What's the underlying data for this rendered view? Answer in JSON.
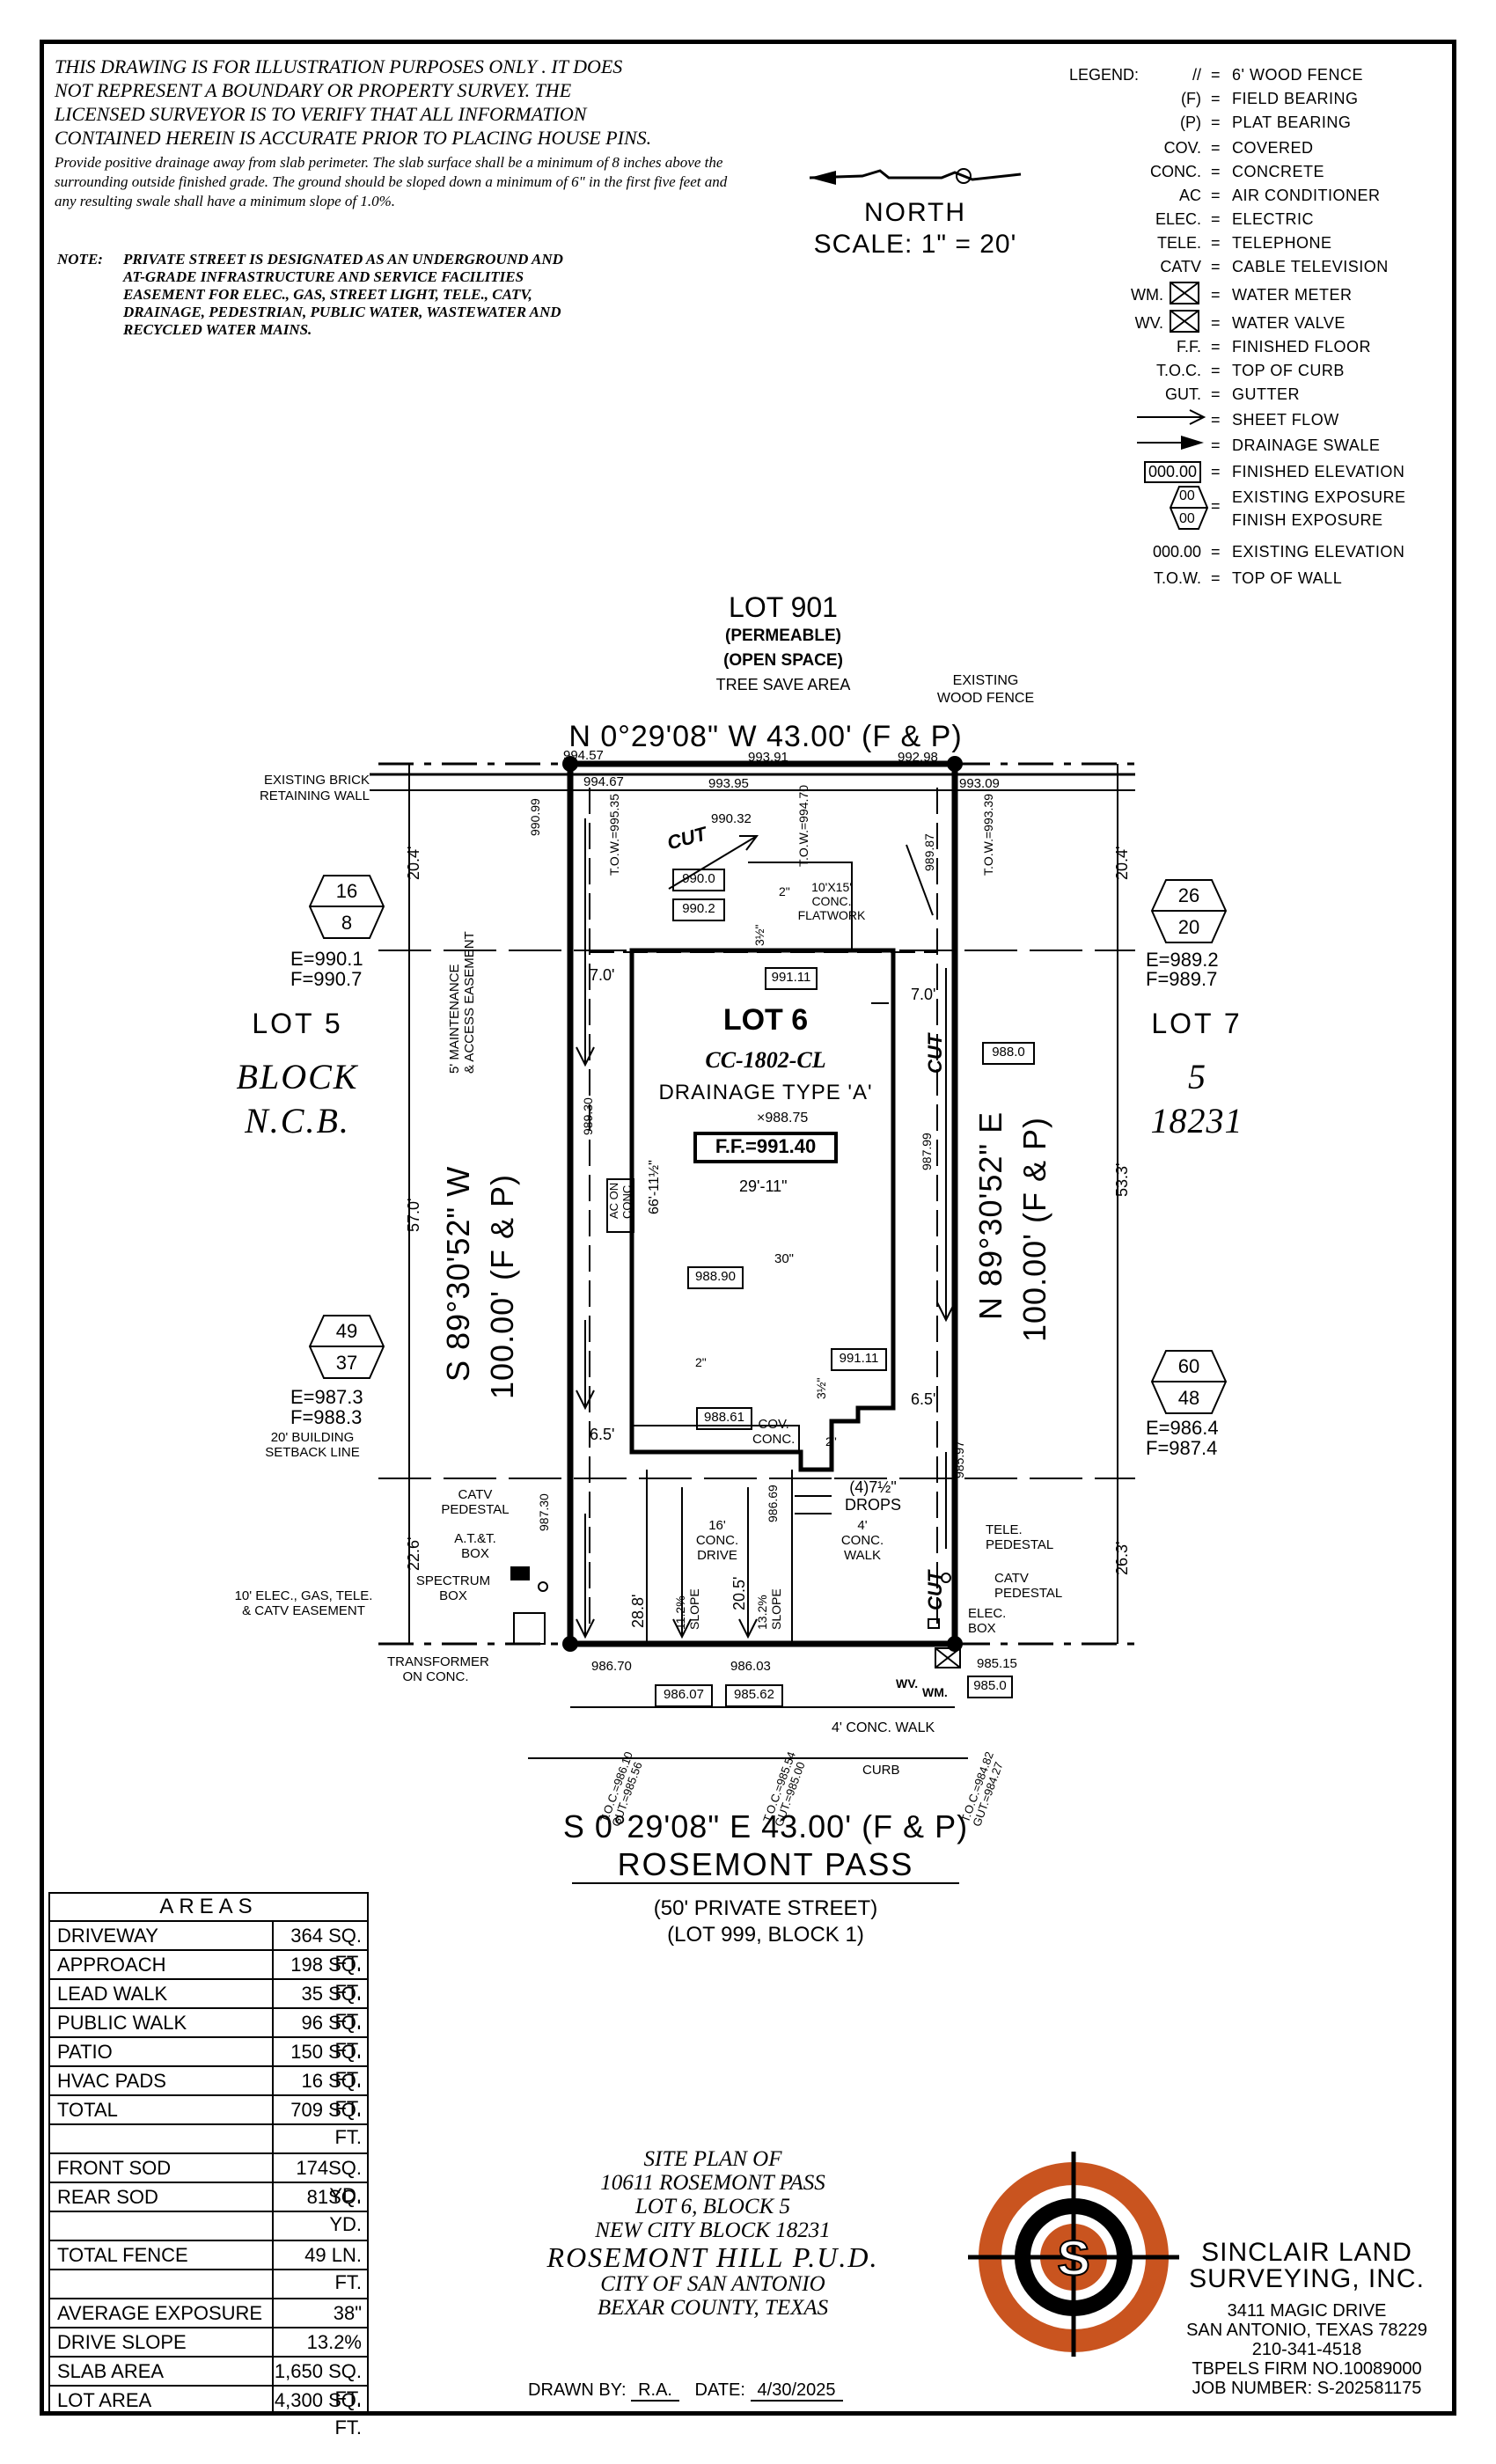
{
  "disclaimer": {
    "lines": [
      "THIS DRAWING IS FOR ILLUSTRATION PURPOSES ONLY . IT DOES",
      "NOT REPRESENT A BOUNDARY OR PROPERTY SURVEY. THE",
      "LICENSED SURVEYOR IS TO VERIFY THAT ALL INFORMATION",
      "CONTAINED HEREIN IS ACCURATE PRIOR TO PLACING HOUSE PINS."
    ],
    "drainage": "Provide positive drainage away from slab perimeter. The slab surface shall be a minimum of 8 inches above the surrounding outside finished grade. The ground should be sloped down a minimum of 6\" in the first five feet and any resulting swale shall have a minimum slope of 1.0%."
  },
  "note": {
    "label": "NOTE:",
    "text": "PRIVATE STREET IS DESIGNATED AS AN UNDERGROUND AND AT-GRADE INFRASTRUCTURE AND SERVICE FACILITIES EASEMENT FOR ELEC., GAS, STREET LIGHT, TELE., CATV, DRAINAGE, PEDESTRIAN, PUBLIC WATER, WASTEWATER AND RECYCLED WATER MAINS."
  },
  "north_arrow": {
    "label": "NORTH",
    "scale": "SCALE:  1\"  =  20'"
  },
  "legend": {
    "title": "LEGEND:",
    "equals": "=",
    "items": [
      {
        "sym": "//",
        "desc": "6' WOOD FENCE"
      },
      {
        "sym": "(F)",
        "desc": "FIELD BEARING"
      },
      {
        "sym": "(P)",
        "desc": "PLAT BEARING"
      },
      {
        "sym": "COV.",
        "desc": "COVERED"
      },
      {
        "sym": "CONC.",
        "desc": "CONCRETE"
      },
      {
        "sym": "AC",
        "desc": "AIR CONDITIONER"
      },
      {
        "sym": "ELEC.",
        "desc": "ELECTRIC"
      },
      {
        "sym": "TELE.",
        "desc": "TELEPHONE"
      },
      {
        "sym": "CATV",
        "desc": "CABLE TELEVISION"
      },
      {
        "sym": "WM.",
        "desc": "WATER METER"
      },
      {
        "sym": "WV.",
        "desc": "WATER VALVE"
      },
      {
        "sym": "F.F.",
        "desc": "FINISHED FLOOR"
      },
      {
        "sym": "T.O.C.",
        "desc": "TOP OF CURB"
      },
      {
        "sym": "GUT.",
        "desc": "GUTTER"
      },
      {
        "sym": "",
        "desc": "SHEET FLOW"
      },
      {
        "sym": "",
        "desc": "DRAINAGE SWALE"
      },
      {
        "sym": "000.00",
        "desc": "FINISHED ELEVATION"
      },
      {
        "sym": "00",
        "sym2": "00",
        "desc": "EXISTING EXPOSURE",
        "desc2": "FINISH EXPOSURE"
      },
      {
        "sym": "000.00",
        "desc": "EXISTING ELEVATION"
      },
      {
        "sym": "T.O.W.",
        "desc": "TOP OF WALL"
      }
    ]
  },
  "plan": {
    "lot901": {
      "name": "LOT 901",
      "sub1": "(PERMEABLE)",
      "sub2": "(OPEN SPACE)",
      "sub3": "TREE SAVE AREA"
    },
    "existing_fence": [
      "EXISTING",
      "WOOD FENCE"
    ],
    "north_bearing": "N 0°29'08\" W 43.00' (F & P)",
    "south_bearing": "S 0°29'08\" E 43.00' (F & P)",
    "west_bearing": "S 89°30'52\" W",
    "west_dist": "100.00' (F & P)",
    "east_bearing": "N 89°30'52\" E",
    "east_dist": "100.00' (F & P)",
    "brick_wall": [
      "EXISTING BRICK",
      "RETAINING WALL"
    ],
    "maint_easement": [
      "5' MAINTENANCE",
      "& ACCESS EASEMENT"
    ],
    "lot5": {
      "lot": "LOT 5",
      "block": "BLOCK",
      "ncb": "N.C.B."
    },
    "lot7": {
      "lot": "LOT 7",
      "block": "5",
      "ncb": "18231"
    },
    "lot6": {
      "name": "LOT 6",
      "plan": "CC-1802-CL",
      "drainage": "DRAINAGE TYPE 'A'",
      "spot": "×988.75",
      "ff": "F.F.=991.40"
    },
    "hex_nw": {
      "top": "16",
      "bot": "8",
      "e": "E=990.1",
      "f": "F=990.7"
    },
    "hex_ne": {
      "top": "26",
      "bot": "20",
      "e": "E=989.2",
      "f": "F=989.7"
    },
    "hex_sw": {
      "top": "49",
      "bot": "37",
      "e": "E=987.3",
      "f": "F=988.3"
    },
    "hex_se": {
      "top": "60",
      "bot": "48",
      "e": "E=986.4",
      "f": "F=987.4"
    },
    "dims": {
      "d20_4l": "20.4'",
      "d20_4r": "20.4'",
      "d57": "57.0'",
      "d53_3": "53.3'",
      "d22_6": "22.6'",
      "d26_3": "26.3'",
      "d7l": "7.0'",
      "d7r": "7.0'",
      "d6_5l": "6.5'",
      "d6_5r": "6.5'",
      "d66": "66'-11½\"",
      "d29": "29'-11\"",
      "d28_8": "28.8'",
      "d20_5": "20.5'",
      "d16": "16'",
      "d4": "4'",
      "d30": "30\"",
      "d2a": "2\"",
      "d2b": "2\"",
      "d2c": "2\"",
      "d3a": "3½\"",
      "d3b": "3½\""
    },
    "elevs": {
      "nw_corner": "994.57",
      "n1": "994.67",
      "n2": "993.91",
      "n3": "993.95",
      "ne_corner": "992.98",
      "n4": "993.09",
      "twl": "T.O.W.=995.35",
      "twm": "T.O.W.=994.70",
      "twr": "T.O.W.=993.39",
      "p990_32": "990.32",
      "nwv": "990.99",
      "nev": "989.87",
      "b990_0": "990.0",
      "b990_2": "990.2",
      "b991_11a": "991.11",
      "b988_0": "988.0",
      "b988_90": "988.90",
      "b991_11b": "991.11",
      "b988_61": "988.61",
      "w989_30": "989.30",
      "e987_99": "987.99",
      "w987_30": "987.30",
      "e985_97": "985.97",
      "m986_69": "986.69",
      "sw_corner": "986.70",
      "s986_03": "986.03",
      "se_corner": "985.15",
      "b986_07": "986.07",
      "b985_62": "985.62",
      "b985_0": "985.0"
    },
    "labels": {
      "cut1": "CUT",
      "cut2": "CUT",
      "cut3": "CUT",
      "flatwork": [
        "10'X15'",
        "CONC.",
        "FLATWORK"
      ],
      "ac": [
        "AC ON",
        "CONC."
      ],
      "cov": [
        "COV.",
        "CONC."
      ],
      "drops": [
        "(4)7½\"",
        "DROPS"
      ],
      "walk": [
        "4'",
        "CONC.",
        "WALK"
      ],
      "drive": [
        "16'",
        "CONC.",
        "DRIVE"
      ],
      "slope1": [
        "11.2%",
        "SLOPE"
      ],
      "slope2": [
        "13.2%",
        "SLOPE"
      ],
      "setback": [
        "20' BUILDING",
        "SETBACK LINE"
      ],
      "catv_w": [
        "CATV",
        "PEDESTAL"
      ],
      "att": [
        "A.T.&T.",
        "BOX"
      ],
      "spectrum": [
        "SPECTRUM",
        "BOX"
      ],
      "easement": [
        "10' ELEC., GAS, TELE.",
        "& CATV EASEMENT"
      ],
      "transformer": [
        "TRANSFORMER",
        "ON CONC."
      ],
      "tele": [
        "TELE.",
        "PEDESTAL"
      ],
      "catv_e": [
        "CATV",
        "PEDESTAL"
      ],
      "elec": [
        "ELEC.",
        "BOX"
      ],
      "wv": "WV.",
      "wm": "WM.",
      "walk_bottom": "4' CONC. WALK",
      "curb": "CURB",
      "toc1": [
        "T.O.C.=",
        "986.10",
        "GUT.=",
        "985.56"
      ],
      "toc2": [
        "T.O.C.=",
        "985.54",
        "GUT.=",
        "985.00"
      ],
      "toc3": [
        "T.O.C.=",
        "984.82",
        "GUT.=",
        "984.27"
      ]
    },
    "street": {
      "name": "ROSEMONT PASS",
      "type": "(50' PRIVATE STREET)",
      "lot": "(LOT 999, BLOCK 1)"
    }
  },
  "areas": {
    "title": "AREAS",
    "rows": [
      {
        "k": "DRIVEWAY",
        "v": "364 SQ. FT."
      },
      {
        "k": "APPROACH",
        "v": "198 SQ. FT."
      },
      {
        "k": "LEAD WALK",
        "v": "35 SQ. FT."
      },
      {
        "k": "PUBLIC WALK",
        "v": "96 SQ. FT."
      },
      {
        "k": "PATIO",
        "v": "150 SQ. FT."
      },
      {
        "k": "HVAC PADS",
        "v": "16 SQ. FT."
      },
      {
        "k": "TOTAL",
        "v": "709 SQ. FT."
      },
      {
        "k": "",
        "v": ""
      },
      {
        "k": "FRONT SOD",
        "v": "174SQ. YD."
      },
      {
        "k": "REAR SOD",
        "v": "81SQ. YD."
      },
      {
        "k": "",
        "v": ""
      },
      {
        "k": "TOTAL FENCE",
        "v": "49 LN. FT."
      },
      {
        "k": "",
        "v": ""
      },
      {
        "k": "AVERAGE EXPOSURE",
        "v": "38\""
      },
      {
        "k": "DRIVE SLOPE",
        "v": "13.2%"
      },
      {
        "k": "SLAB AREA",
        "v": "1,650 SQ. FT."
      },
      {
        "k": "LOT AREA",
        "v": "4,300 SQ. FT."
      }
    ]
  },
  "title_block": {
    "l1": "SITE PLAN OF",
    "l2": "10611 ROSEMONT PASS",
    "l3": "LOT 6, BLOCK 5",
    "l4": "NEW CITY BLOCK 18231",
    "l5": "ROSEMONT HILL P.U.D.",
    "l6": "CITY OF SAN ANTONIO",
    "l7": "BEXAR COUNTY, TEXAS"
  },
  "drawn": {
    "label": "DRAWN BY:",
    "by": "R.A.",
    "date_label": "DATE:",
    "date": "4/30/2025"
  },
  "company": {
    "name1": "SINCLAIR LAND",
    "name2": "SURVEYING, INC.",
    "addr1": "3411 MAGIC DRIVE",
    "addr2": "SAN ANTONIO, TEXAS 78229",
    "phone": "210-341-4518",
    "firm": "TBPELS FIRM NO.10089000",
    "job": "JOB NUMBER: S-202581175"
  },
  "logo_letter": "S"
}
